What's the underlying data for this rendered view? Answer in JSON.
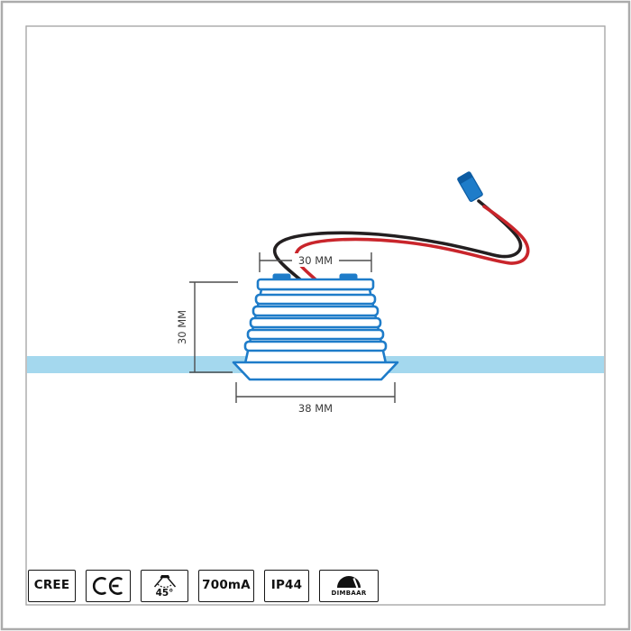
{
  "colors": {
    "lamp_outline": "#1e7cc9",
    "ceiling": "#a4d8ee",
    "wire_red": "#c9252b",
    "wire_black": "#231f20",
    "connector_tip": "#0d5ca3"
  },
  "diagram": {
    "dim_top": "30 MM",
    "dim_left": "30 MM",
    "dim_bottom": "38 MM"
  },
  "badges": {
    "cree": "CREE",
    "ce": "CE",
    "beam_angle": "45°",
    "current": "700mA",
    "ip_rating": "IP44",
    "dimmable": "DIMBAAR"
  }
}
